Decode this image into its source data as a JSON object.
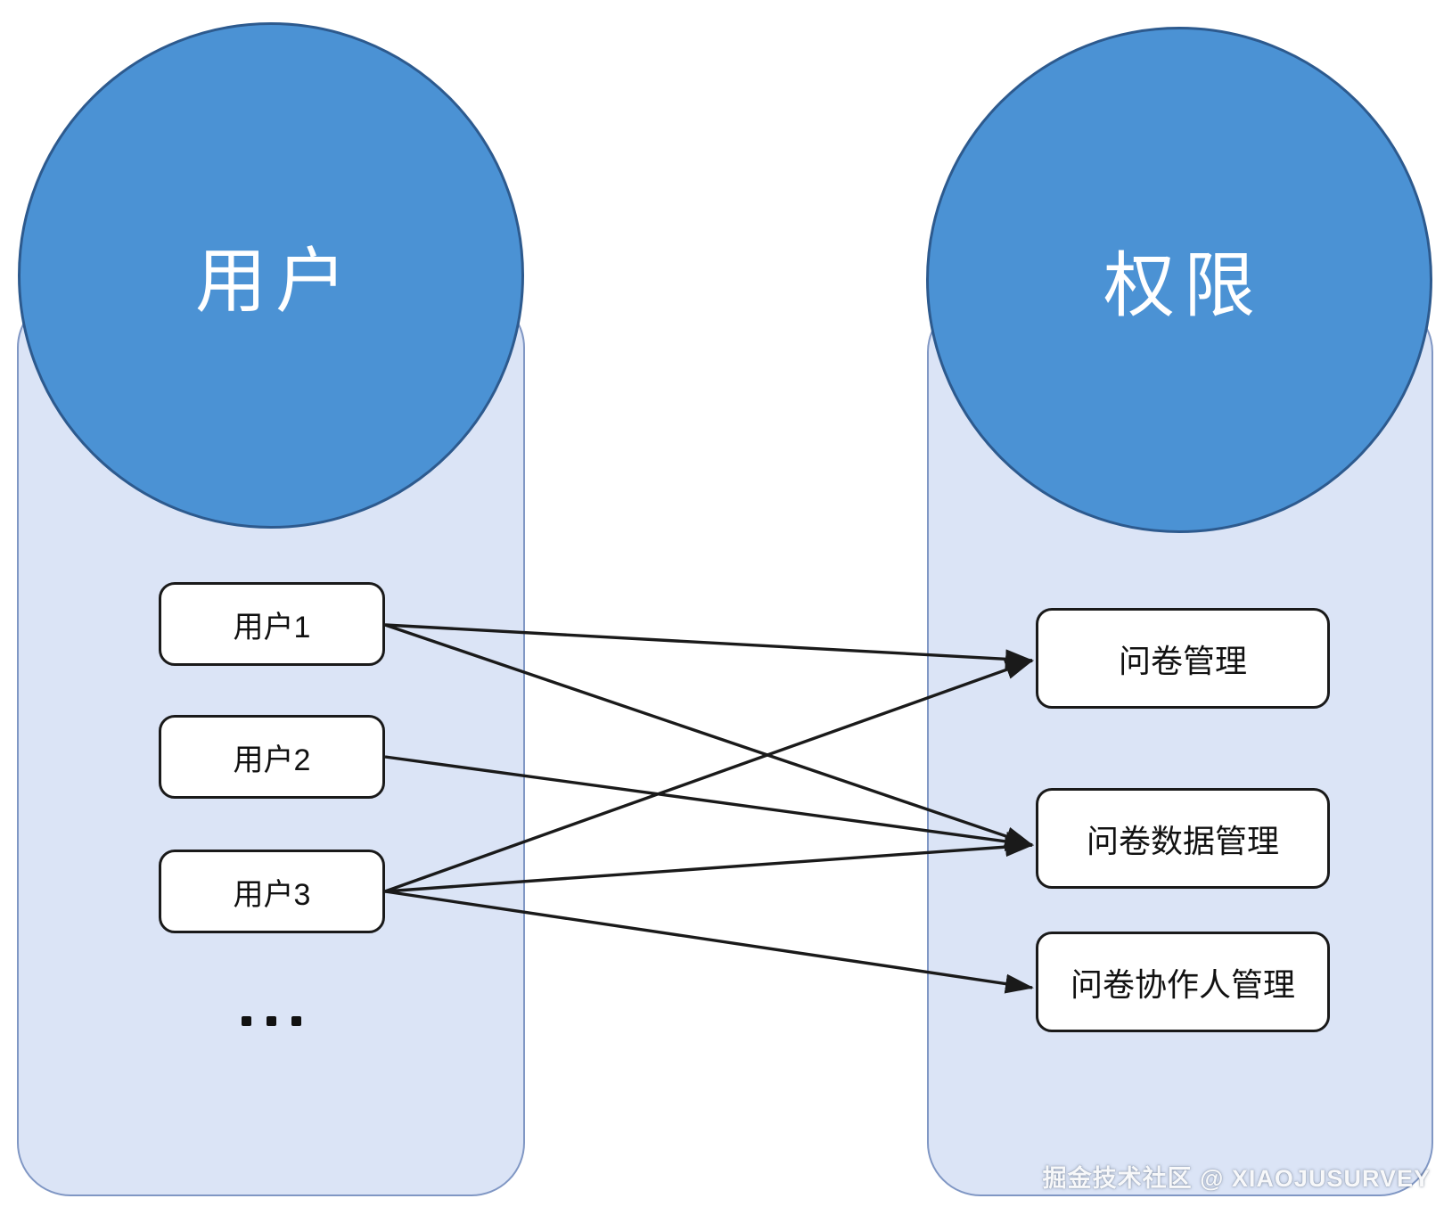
{
  "diagram": {
    "left_group": {
      "title": "用户",
      "users": [
        {
          "id": "user1",
          "label": "用户1"
        },
        {
          "id": "user2",
          "label": "用户2"
        },
        {
          "id": "user3",
          "label": "用户3"
        }
      ],
      "more_indicator": "..."
    },
    "right_group": {
      "title": "权限",
      "permissions": [
        {
          "id": "perm1",
          "label": "问卷管理"
        },
        {
          "id": "perm2",
          "label": "问卷数据管理"
        },
        {
          "id": "perm3",
          "label": "问卷协作人管理"
        }
      ]
    },
    "edges": [
      {
        "from": "user1",
        "to": "perm1"
      },
      {
        "from": "user1",
        "to": "perm2"
      },
      {
        "from": "user2",
        "to": "perm2"
      },
      {
        "from": "user3",
        "to": "perm1"
      },
      {
        "from": "user3",
        "to": "perm2"
      },
      {
        "from": "user3",
        "to": "perm3"
      }
    ],
    "watermark": "掘金技术社区 @ XIAOJUSURVEY",
    "colors": {
      "circle_fill": "#4b92d4",
      "circle_border": "#2d5a8e",
      "group_fill": "#dbe4f6",
      "group_border": "#8097c4",
      "node_fill": "#ffffff",
      "node_border": "#1a1a1a",
      "edge": "#1a1a1a",
      "circle_text": "#ffffff",
      "watermark_text": "#ffffff"
    }
  }
}
